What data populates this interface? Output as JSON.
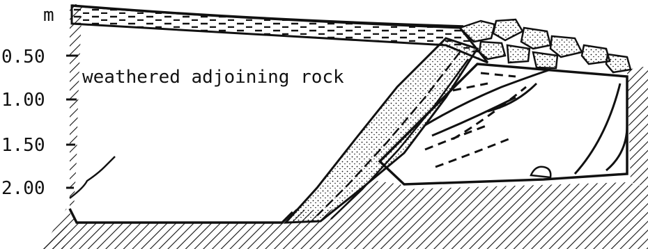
{
  "diagram": {
    "depth_unit": "m",
    "depth_ticks": [
      "0.50",
      "1.00",
      "1.50",
      "2.00"
    ],
    "label": "weathered adjoining rock"
  },
  "colors": {
    "ink": "#111111",
    "paper": "#ffffff"
  }
}
